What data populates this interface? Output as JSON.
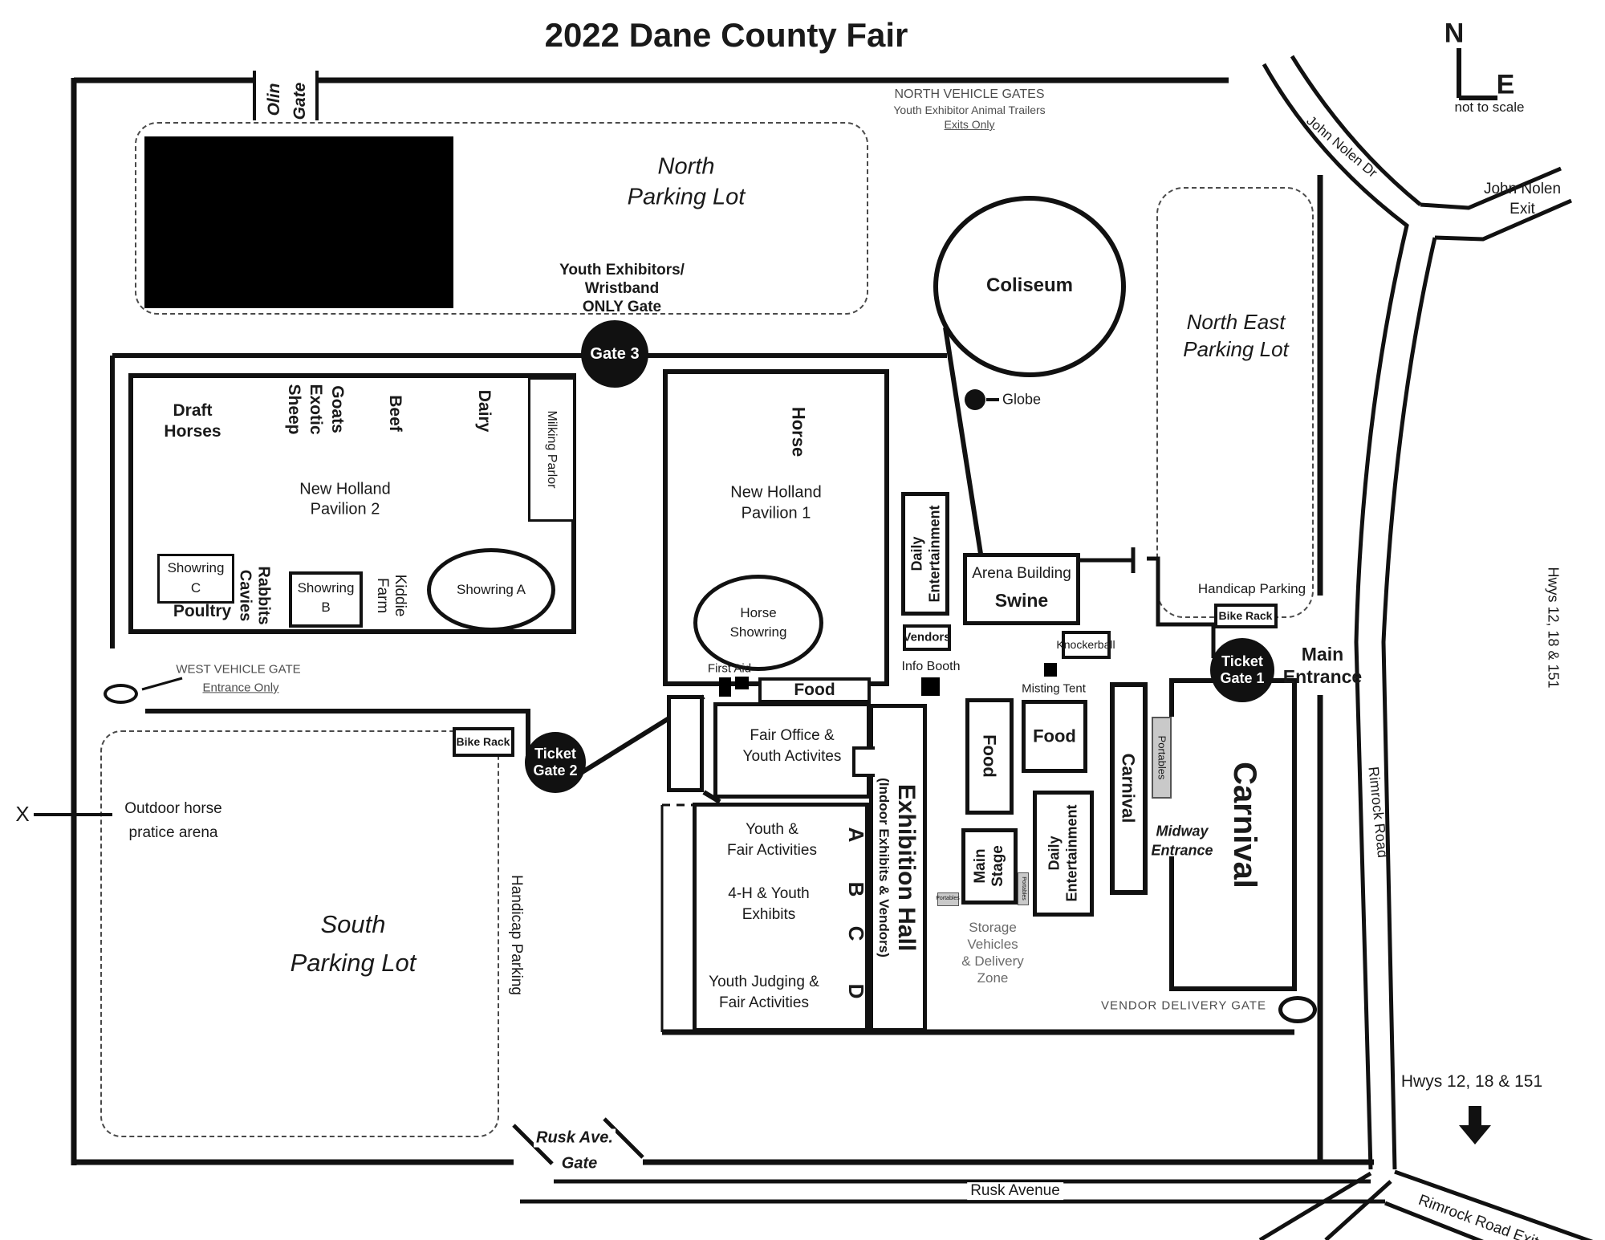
{
  "title": "2022 Dane County Fair",
  "compass": {
    "n": "N",
    "e": "E",
    "note": "not to scale"
  },
  "north_vehicle_gates": [
    "NORTH VEHICLE GATES",
    "Youth Exhibitor Animal Trailers",
    "Exits Only"
  ],
  "olin_gate": [
    "Olin",
    "Gate"
  ],
  "north_lot": [
    "North",
    "Parking Lot"
  ],
  "youth_exhibitors": [
    "Youth Exhibitors/",
    "Wristband",
    "ONLY Gate"
  ],
  "gate3": "Gate 3",
  "coliseum": "Coliseum",
  "john_nolen_dr": "John Nolen Dr",
  "john_nolen_exit": [
    "John Nolen",
    "Exit"
  ],
  "ne_lot": [
    "North East",
    "Parking Lot"
  ],
  "globe": "Globe",
  "barn": {
    "draft_horses": [
      "Draft",
      "Horses"
    ],
    "sheep": "Sheep",
    "exotic": "Exotic",
    "goats": "Goats",
    "beef": "Beef",
    "dairy": "Dairy",
    "milking_parlor": "Milking Parlor",
    "pavilion2": [
      "New Holland",
      "Pavilion 2"
    ],
    "showring_c": [
      "Showring",
      "C"
    ],
    "rabbits": "Rabbits",
    "cavies": "Cavies",
    "showring_b": [
      "Showring",
      "B"
    ],
    "kiddie": "Kiddie",
    "farm": "Farm",
    "showring_a": "Showring A",
    "poultry": "Poultry"
  },
  "pavilion1": {
    "horse": "Horse",
    "name": [
      "New Holland",
      "Pavilion 1"
    ],
    "showring": [
      "Horse",
      "Showring"
    ]
  },
  "daily_entertainment": [
    "Daily",
    "Entertainment"
  ],
  "vendors": "Vendors",
  "info_booth": "Info Booth",
  "arena": [
    "Arena Building",
    "Swine"
  ],
  "knockerball": "Knockerball",
  "misting_tent": "Misting Tent",
  "handicap_parking": "Handicap Parking",
  "bike_rack": "Bike Rack",
  "ticket_gate1": [
    "Ticket",
    "Gate 1"
  ],
  "ticket_gate2": [
    "Ticket",
    "Gate 2"
  ],
  "main_entrance": [
    "Main",
    "Entrance"
  ],
  "west_vehicle_gate": [
    "WEST VEHICLE GATE",
    "Entrance Only"
  ],
  "x_marker": "X",
  "outdoor_arena": [
    "Outdoor horse",
    "pratice arena"
  ],
  "south_lot": [
    "South",
    "Parking Lot"
  ],
  "first_aid": "First Aid",
  "food": "Food",
  "fair_office": [
    "Fair Office &",
    "Youth Activites"
  ],
  "exhibition_hall": [
    "Exhibition Hall",
    "(Indoor Exhibits & Vendors)"
  ],
  "sections": {
    "a": "A",
    "b": "B",
    "c": "C",
    "d": "D",
    "youth_fair": [
      "Youth &",
      "Fair Activities"
    ],
    "fourh": [
      "4-H & Youth",
      "Exhibits"
    ],
    "youth_judging": [
      "Youth Judging &",
      "Fair Activities"
    ]
  },
  "main_stage": [
    "Main",
    "Stage"
  ],
  "portables": "Portables",
  "storage_zone": [
    "Storage",
    "Vehicles",
    "& Delivery",
    "Zone"
  ],
  "carnival": "Carnival",
  "midway": [
    "Midway",
    "Entrance"
  ],
  "vendor_delivery_gate": "VENDOR DELIVERY GATE",
  "rusk_gate": [
    "Rusk Ave.",
    "Gate"
  ],
  "rusk_avenue": "Rusk Avenue",
  "rimrock_road": "Rimrock Road",
  "rimrock_exit": "Rimrock Road Exit",
  "hwys_side": "Hwys 12, 18 & 151",
  "hwys_bottom": "Hwys 12, 18 & 151",
  "colors": {
    "ink": "#1a1a1a",
    "gray_text": "#4d4d4d",
    "portables_fill": "#c9c9c9"
  }
}
